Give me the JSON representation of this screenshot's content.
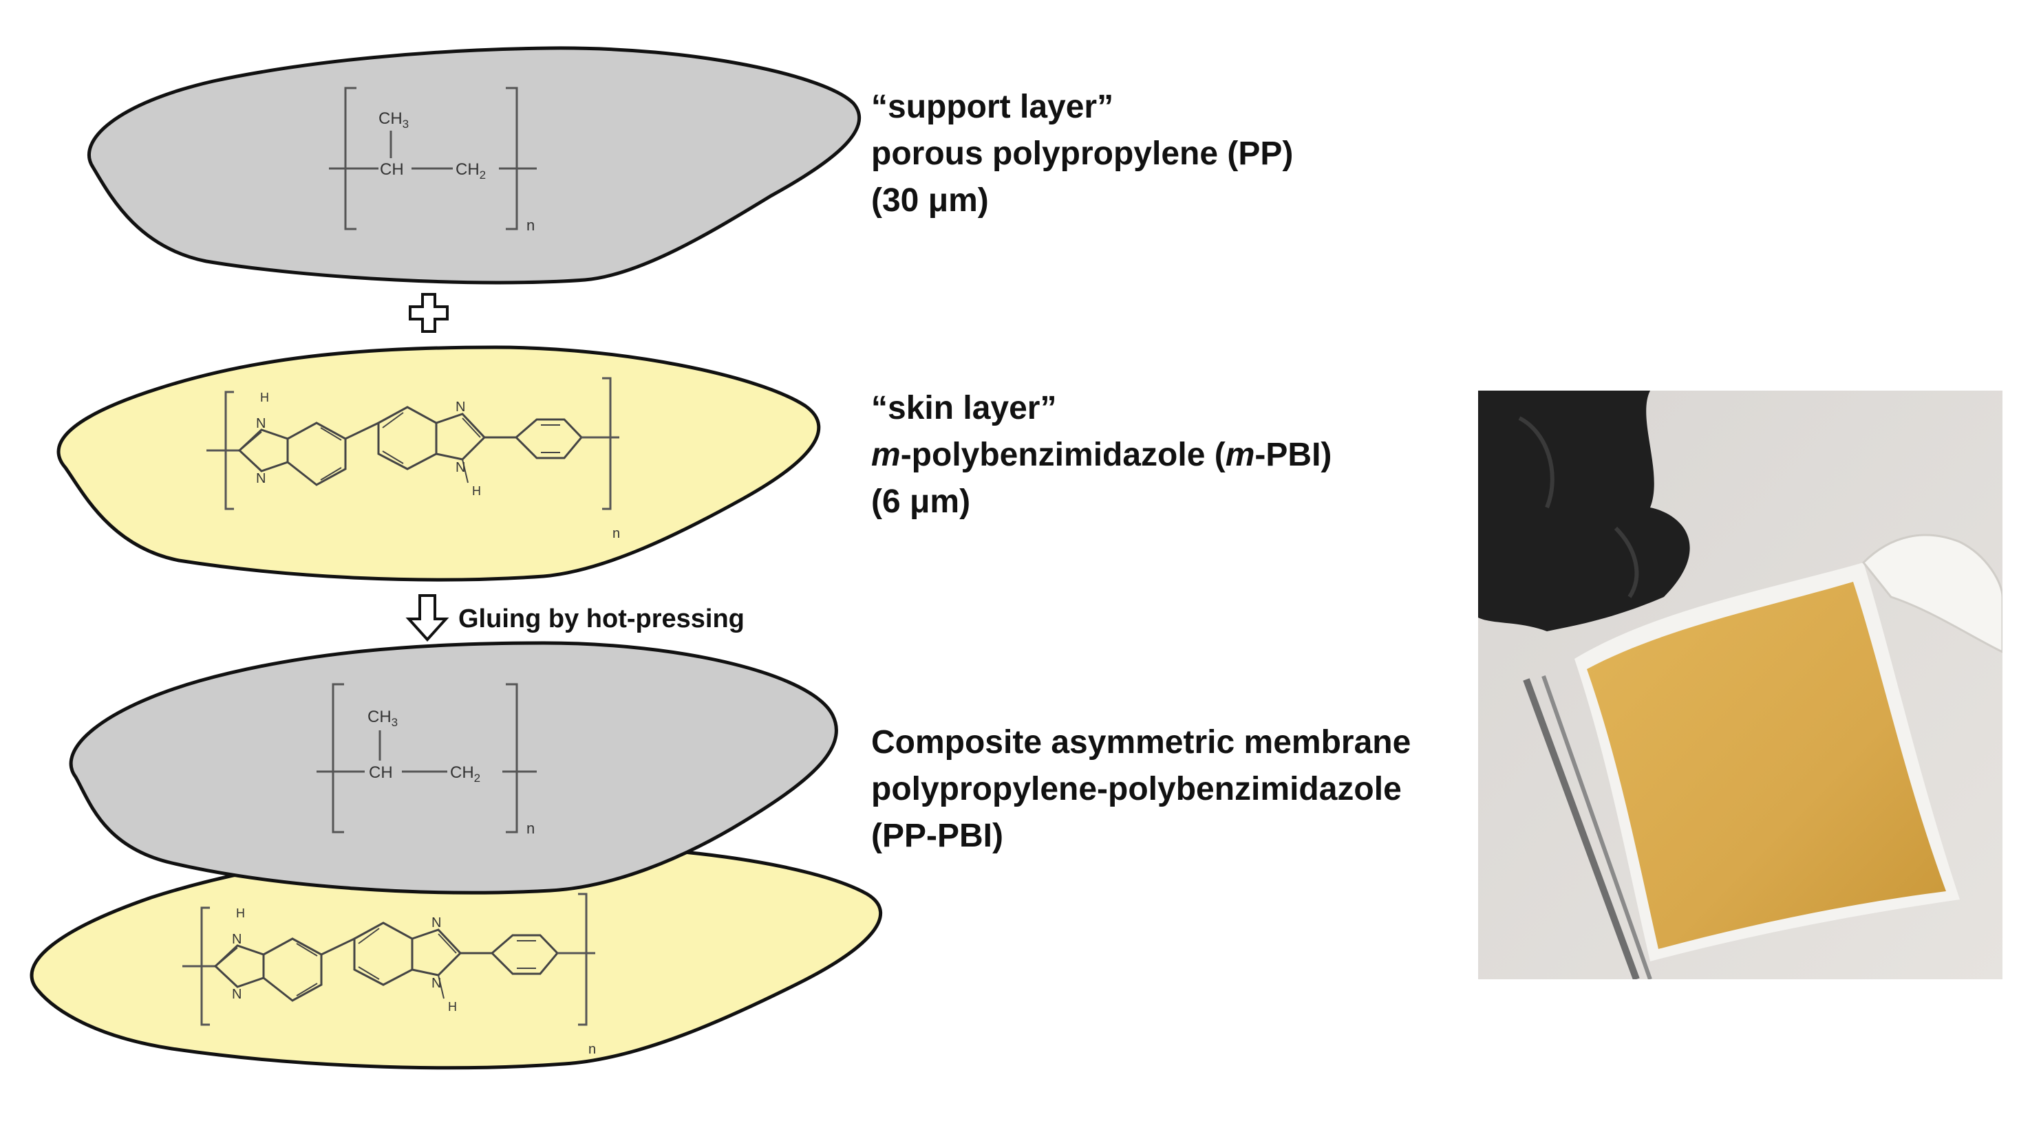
{
  "layers": {
    "support": {
      "line1": "“support layer”",
      "line2": "porous polypropylene (PP)",
      "line3": "(30 μm)"
    },
    "skin": {
      "line1": "“skin layer”",
      "line2_italic_a": "m",
      "line2_mid": "-polybenzimidazole (",
      "line2_italic_b": "m",
      "line2_end": "-PBI)",
      "line3": "(6 μm)"
    },
    "composite": {
      "line1": "Composite asymmetric membrane",
      "line2": "polypropylene-polybenzimidazole",
      "line3": "(PP-PBI)"
    }
  },
  "process_step": "Gluing by hot-pressing",
  "pp_structure": {
    "ch3": "CH",
    "ch3_sub": "3",
    "ch": "CH",
    "ch2": "CH",
    "ch2_sub": "2",
    "repeat": "n"
  },
  "pbi_structure": {
    "h": "H",
    "n": "N",
    "repeat": "n"
  },
  "colors": {
    "pp_layer": "#cccccc",
    "pbi_layer": "#fbf4b2",
    "membrane_photo": "#d8a84c",
    "glove": "#1f1f1f"
  },
  "icons": [
    "plus-icon",
    "down-arrow-icon",
    "right-arrow-icon"
  ]
}
